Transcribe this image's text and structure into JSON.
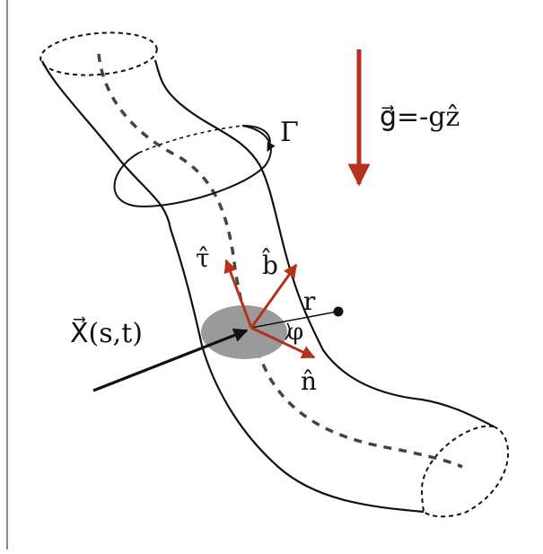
{
  "labels": {
    "gravity": "g⃗=-gẑ",
    "circulation": "Γ",
    "tangent": "τ̂",
    "binormal": "b̂",
    "normal": "n̂",
    "radius": "r",
    "angle": "φ",
    "position": "X⃗(s,t)"
  },
  "colors": {
    "outline": "#111111",
    "vector": "#b5321f",
    "cross_section": "#9a9a9a",
    "background": "#ffffff"
  }
}
